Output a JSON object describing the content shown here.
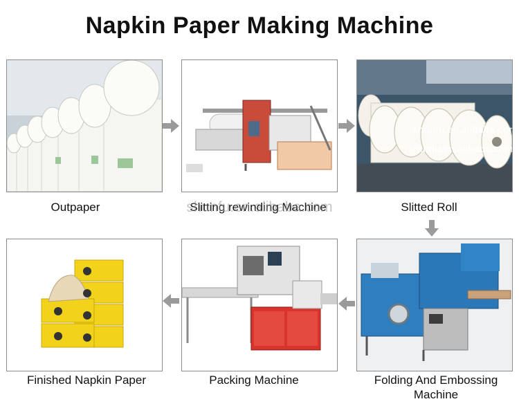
{
  "title": "Napkin Paper Making Machine",
  "watermark": "shunfu.en.alibaba.com",
  "steps": [
    {
      "caption": "Outpaper",
      "image": "paper-rolls-photo"
    },
    {
      "caption": "Slitting rewinding Machine",
      "image": "slitting-machine-photo"
    },
    {
      "caption": "Slitted Roll",
      "image": "slitted-roll-photo",
      "watermark": "shunfu.en.alibaba.com"
    },
    {
      "caption": "Folding And Embossing Machine",
      "image": "folding-embossing-machine-photo"
    },
    {
      "caption": "Packing Machine",
      "image": "packing-machine-photo"
    },
    {
      "caption": "Finished Napkin Paper",
      "image": "napkin-packs-photo"
    }
  ],
  "colors": {
    "arrow": "#9a9a9a",
    "panel_border": "#8a8a8a",
    "machine_blue": "#2f7fc0",
    "machine_red": "#d9342b",
    "pack_yellow": "#f2d21a"
  }
}
